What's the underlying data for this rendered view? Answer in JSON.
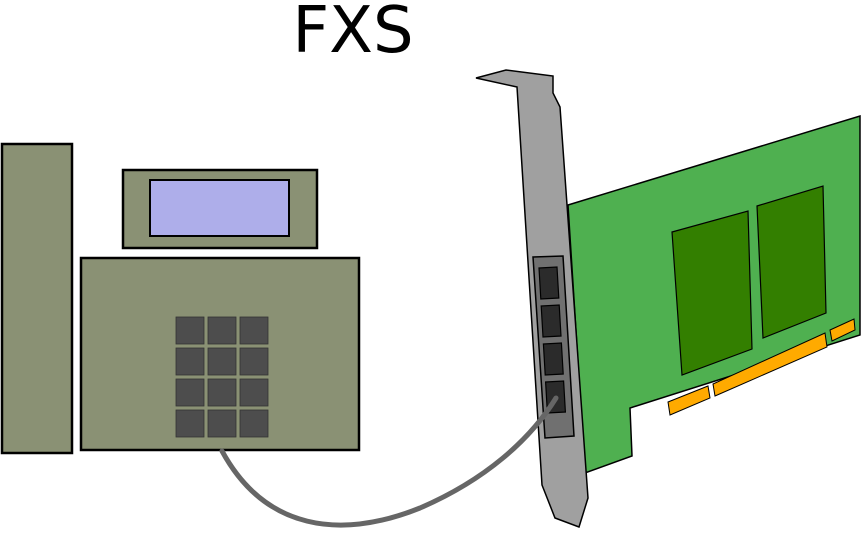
{
  "title": "FXS",
  "colors": {
    "phone_body": "#8a9174",
    "phone_screen": "#aeaeea",
    "phone_outline": "#000000",
    "keypad_key": "#4d4d4d",
    "cable": "#666666",
    "bracket": "#a0a0a0",
    "port_panel": "#707070",
    "port": "#2b2b2b",
    "pcb": "#4fb050",
    "chip": "#337f00",
    "gold_contacts": "#ffaa00"
  },
  "icons": {
    "phone": "desk-telephone-icon",
    "card": "pci-fxs-card-icon"
  },
  "phone": {
    "keypad_rows": 4,
    "keypad_cols": 3
  },
  "card": {
    "port_count": 4,
    "connected_port": 4
  }
}
